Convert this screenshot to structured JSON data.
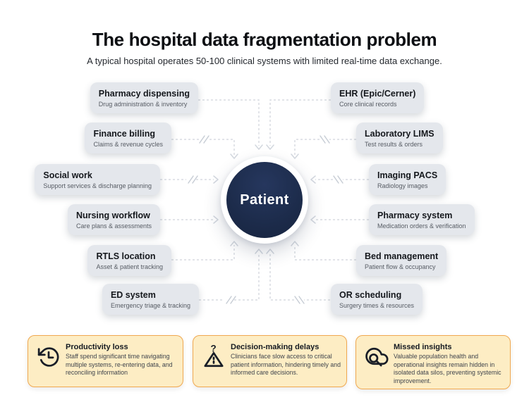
{
  "header": {
    "title": "The hospital data fragmentation problem",
    "subtitle": "A typical hospital operates 50-100 clinical systems with limited real-time data exchange."
  },
  "center": {
    "label": "Patient"
  },
  "left_systems": [
    {
      "title": "Pharmacy dispensing",
      "subtitle": "Drug administration & inventory"
    },
    {
      "title": "Finance billing",
      "subtitle": "Claims & revenue cycles"
    },
    {
      "title": "Social work",
      "subtitle": "Support services & discharge planning"
    },
    {
      "title": "Nursing workflow",
      "subtitle": "Care plans & assessments"
    },
    {
      "title": "RTLS location",
      "subtitle": "Asset & patient tracking"
    },
    {
      "title": "ED system",
      "subtitle": "Emergency triage & tracking"
    }
  ],
  "right_systems": [
    {
      "title": "EHR (Epic/Cerner)",
      "subtitle": "Core clinical records"
    },
    {
      "title": "Laboratory LIMS",
      "subtitle": "Test results & orders"
    },
    {
      "title": "Imaging PACS",
      "subtitle": "Radiology images"
    },
    {
      "title": "Pharmacy system",
      "subtitle": "Medication orders & verification"
    },
    {
      "title": "Bed management",
      "subtitle": "Patient flow & occupancy"
    },
    {
      "title": "OR scheduling",
      "subtitle": "Surgery times & resources"
    }
  ],
  "callouts": [
    {
      "icon": "clock-history-icon",
      "title": "Productivity loss",
      "body": "Staff spend significant time navigating multiple systems, re-entering data, and reconciling information"
    },
    {
      "icon": "warning-question-icon",
      "title": "Decision-making delays",
      "body": "Clinicians face slow access to critical patient information, hindering timely and informed care decisions."
    },
    {
      "icon": "cloud-search-icon",
      "title": "Missed insights",
      "body": "Valuable population health and operational insights remain hidden in isolated data silos, preventing systemic improvement."
    }
  ],
  "colors": {
    "patient_navy": "#1c2b4a",
    "system_box_bg": "#e4e7ec",
    "callout_bg": "#fdedc4",
    "callout_border": "#f0a850",
    "connector": "#d8dce2",
    "title_text": "#0c0e12"
  }
}
